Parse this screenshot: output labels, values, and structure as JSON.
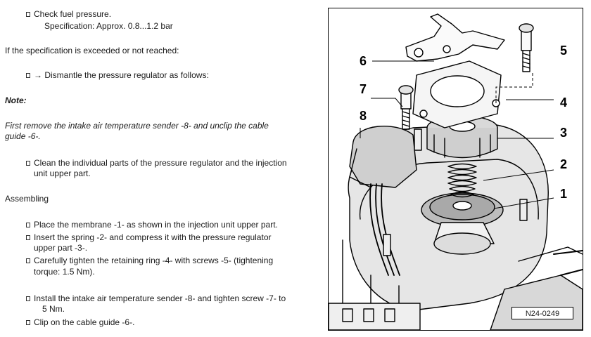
{
  "text": {
    "check_fuel": "Check fuel pressure.",
    "spec": "Specification: Approx. 0.8...1.2 bar",
    "if_exceeded": "If the specification is exceeded or not reached:",
    "dismantle": "→ Dismantle the pressure regulator as follows:",
    "note_title": "Note:",
    "note_line1": "First remove the intake air temperature sender -8- and unclip the cable",
    "note_line2": "guide -6-.",
    "clean_line1": "Clean the individual parts of the pressure regulator and the injection",
    "clean_line2": "unit upper part.",
    "assembling": "Assembling",
    "step_membrane": "Place the membrane -1- as shown in the injection unit upper part.",
    "step_spring_1": "Insert the spring -2- and compress it with the pressure regulator",
    "step_spring_2": "upper part -3-.",
    "step_ring_1": "Carefully tighten the retaining ring -4- with screws -5- (tightening",
    "step_ring_2": "torque: 1.5 Nm).",
    "step_sender_1": "Install the intake air temperature sender -8- and tighten screw -7- to",
    "step_sender_2": "5 Nm.",
    "step_clip": "Clip on the cable guide -6-."
  },
  "figure": {
    "id": "N24-0249",
    "callouts": [
      "1",
      "2",
      "3",
      "4",
      "5",
      "6",
      "7",
      "8"
    ]
  }
}
